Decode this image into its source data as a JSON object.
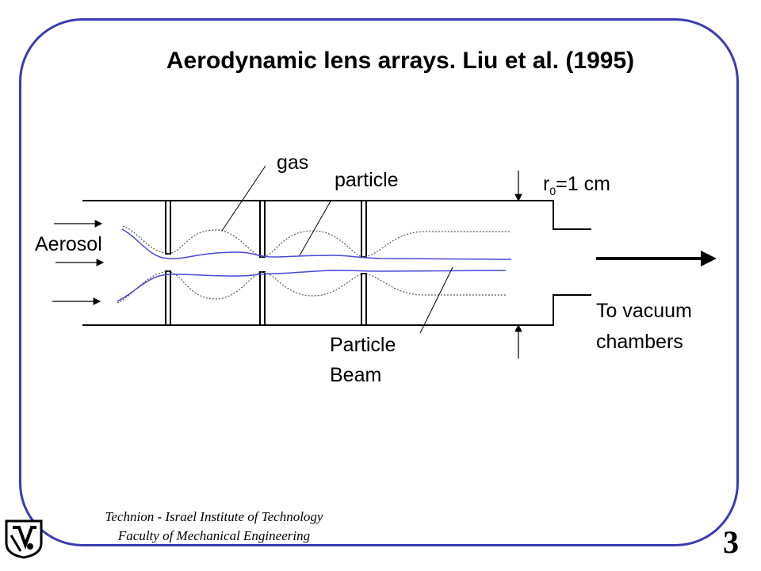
{
  "slide": {
    "title": "Aerodynamic lens arrays. Liu et al. (1995)",
    "number": "3"
  },
  "labels": {
    "gas": "gas",
    "particle": "particle",
    "radius_sym": "r",
    "radius_sub": "0",
    "radius_val": "=1 cm",
    "aerosol": "Aerosol",
    "beam_line1": "Particle",
    "beam_line2": "Beam",
    "vacuum_line1": "To vacuum",
    "vacuum_line2": "chambers"
  },
  "footer": {
    "line1": "Technion - Israel Institute of Technology",
    "line2": "Faculty of Mechanical Engineering"
  },
  "colors": {
    "frame": "#3b3bb3",
    "particle_path": "#4848d8",
    "gas_path": "#555555"
  }
}
